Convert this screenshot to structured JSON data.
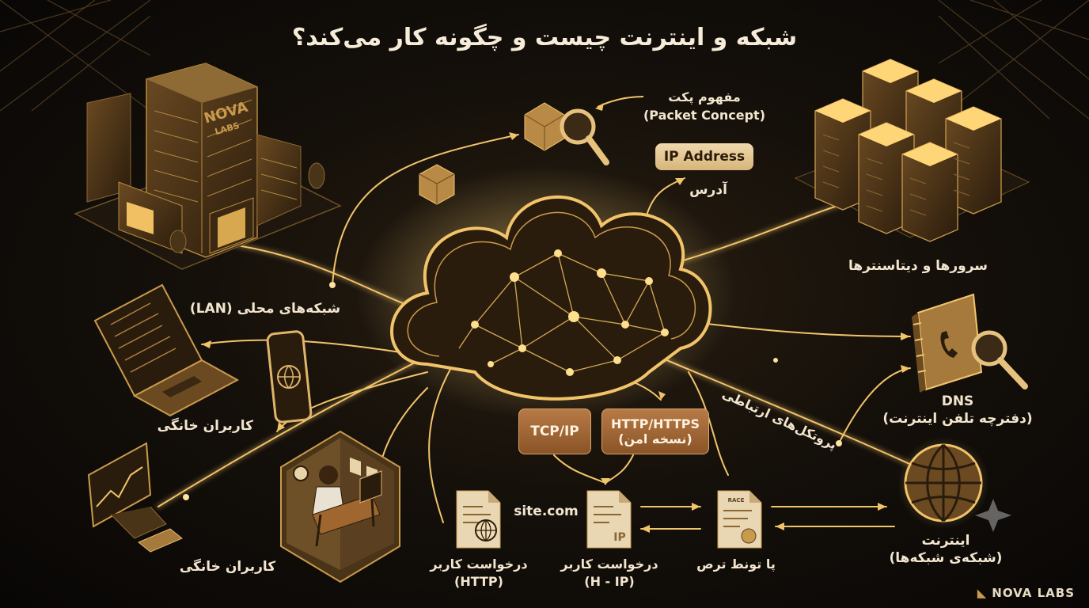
{
  "title": "شبکه و اینترنت چیست و چگونه کار می‌کند؟",
  "building_sign": {
    "line1": "NOVA",
    "line2": "LABS"
  },
  "labels": {
    "packet": {
      "fa": "مفهوم پکت",
      "en": "(Packet Concept)"
    },
    "ip_address": {
      "chip": "IP Address",
      "fa": "آدرس"
    },
    "servers": "سرورها و دیتاسنترها",
    "lan": "شبکه‌های محلی (LAN)",
    "home_users_1": "کاربران خانگی",
    "home_users_2": "کاربران خانگی",
    "dns": {
      "en": "DNS",
      "fa": "(دفترچه تلفن اینترنت)"
    },
    "protocols": "پروتکل‌های ارتباطی",
    "tcpip": "TCP/IP",
    "http_https": {
      "line1": "HTTP/HTTPS",
      "line2": "(نسخه امن)"
    },
    "site": "site.com",
    "req_http": {
      "line1": "درخواست کاربر",
      "line2": "(HTTP)"
    },
    "req_ip": {
      "line1": "درخواست کاربر",
      "line2": "(H - IP)"
    },
    "pa_tont": "پا تونط ترص",
    "internet": {
      "line1": "اینترنت",
      "line2": "(شبکه‌ی شبکه‌ها)"
    }
  },
  "doc_marks": {
    "doc2": "IP",
    "doc3": "RACE"
  },
  "brand": "NOVA LABS",
  "colors": {
    "accent": "#f2c46a",
    "chip_light": "#e5c690",
    "chip_dark": "#a56a38",
    "text": "#f3e6cf"
  }
}
